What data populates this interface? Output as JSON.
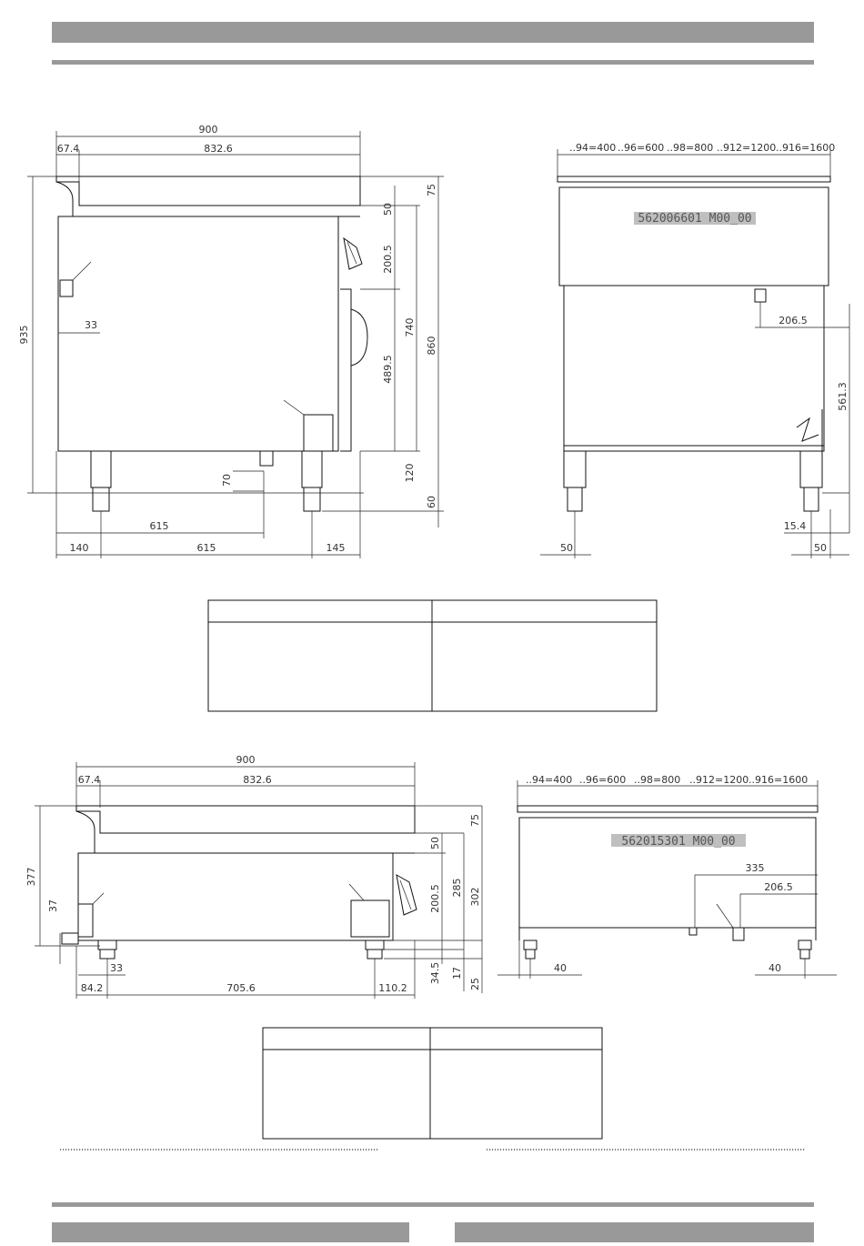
{
  "colors": {
    "bar": "#999999",
    "line": "#111111",
    "code_bg": "#bfbfbf"
  },
  "top": {
    "side": {
      "w900": "900",
      "w67_4": "67.4",
      "w832_6": "832.6",
      "h935": "935",
      "h75": "75",
      "h50": "50",
      "h200_5": "200.5",
      "h740": "740",
      "h860": "860",
      "h489_5": "489.5",
      "h120": "120",
      "h60": "60",
      "d33": "33",
      "d70": "70",
      "d615a": "615",
      "b140": "140",
      "b615": "615",
      "b145": "145"
    },
    "front": {
      "header": [
        "..94=400",
        "..96=600",
        "..98=800",
        "..912=1200",
        "..916=1600"
      ],
      "code": "562006601 M00_00",
      "d206_5": "206.5",
      "d561_3": "561.3",
      "d15_4": "15.4",
      "b50l": "50",
      "b50r": "50"
    }
  },
  "bottom": {
    "side": {
      "w900": "900",
      "w67_4": "67.4",
      "w832_6": "832.6",
      "h377": "377",
      "h37": "37",
      "h75": "75",
      "h50": "50",
      "h200_5": "200.5",
      "h285": "285",
      "h302": "302",
      "h34_5": "34.5",
      "h17": "17",
      "h25": "25",
      "d33": "33",
      "b84_2": "84.2",
      "b705_6": "705.6",
      "b110_2": "110.2"
    },
    "front": {
      "header": [
        "..94=400",
        "..96=600",
        "..98=800",
        "..912=1200",
        "..916=1600"
      ],
      "code": "562015301 M00_00",
      "d335": "335",
      "d206_5": "206.5",
      "b40l": "40",
      "b40r": "40"
    }
  }
}
